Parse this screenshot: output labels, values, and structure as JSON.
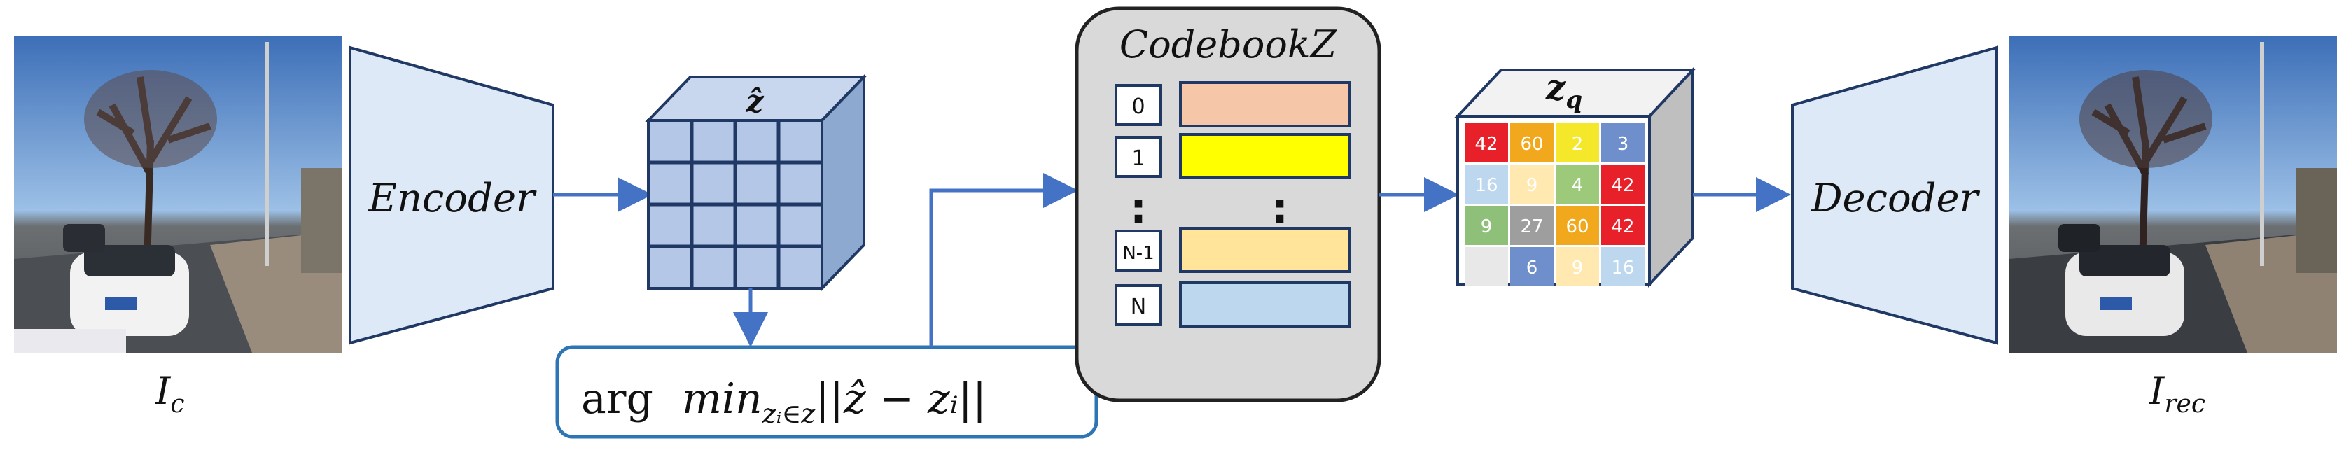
{
  "input_image": {
    "label": "I",
    "subscript": "c",
    "description_icon": "street-photo"
  },
  "encoder": {
    "label": "Encoder"
  },
  "latent": {
    "symbol": "ẑ"
  },
  "argmin": {
    "prefix": "arg",
    "func": "min",
    "sub": "zᵢ∈z",
    "expr": "||ẑ − zᵢ||"
  },
  "codebook": {
    "title": "CodebookZ",
    "rows": [
      {
        "index": "0",
        "color": "#F5C6A8"
      },
      {
        "index": "1",
        "color": "#FFFF00"
      },
      {
        "index": "N-1",
        "color": "#FFE49A"
      },
      {
        "index": "N",
        "color": "#BDD7EE"
      }
    ],
    "ellipsis": ":"
  },
  "quantized": {
    "symbol": "z",
    "subscript": "q",
    "grid": [
      [
        {
          "v": "42",
          "c": "#E8202A",
          "t": "#ffffff"
        },
        {
          "v": "60",
          "c": "#F2A81D",
          "t": "#ffffff"
        },
        {
          "v": "2",
          "c": "#F5E82A",
          "t": "#ffffff"
        },
        {
          "v": "3",
          "c": "#6E8FCB",
          "t": "#ffffff"
        }
      ],
      [
        {
          "v": "16",
          "c": "#BDD7EE",
          "t": "#ffffff"
        },
        {
          "v": "9",
          "c": "#FFE9B0",
          "t": "#ffffff"
        },
        {
          "v": "4",
          "c": "#9CC97A",
          "t": "#ffffff"
        },
        {
          "v": "42",
          "c": "#E8202A",
          "t": "#ffffff"
        }
      ],
      [
        {
          "v": "9",
          "c": "#8FC07A",
          "t": "#ffffff"
        },
        {
          "v": "27",
          "c": "#9E9E9E",
          "t": "#ffffff"
        },
        {
          "v": "60",
          "c": "#F2A81D",
          "t": "#ffffff"
        },
        {
          "v": "42",
          "c": "#E8202A",
          "t": "#ffffff"
        }
      ],
      [
        {
          "v": "",
          "c": "#E8E8E8",
          "t": "#ffffff"
        },
        {
          "v": "6",
          "c": "#6E8FCB",
          "t": "#ffffff"
        },
        {
          "v": "9",
          "c": "#FFE9B0",
          "t": "#ffffff"
        },
        {
          "v": "16",
          "c": "#BDD7EE",
          "t": "#ffffff"
        }
      ]
    ]
  },
  "decoder": {
    "label": "Decoder"
  },
  "output_image": {
    "label": "I",
    "subscript": "rec"
  },
  "colors": {
    "trapezoid_fill": "#DDE9F6",
    "trapezoid_stroke": "#1F3864",
    "arrow": "#4472C4",
    "cube_face": "#B4C7E7",
    "cube_side": "#8EA9CF",
    "cube_top": "#C9D7EE",
    "codebook_bg": "#D9D9D9",
    "argmin_border": "#2E75B6"
  }
}
